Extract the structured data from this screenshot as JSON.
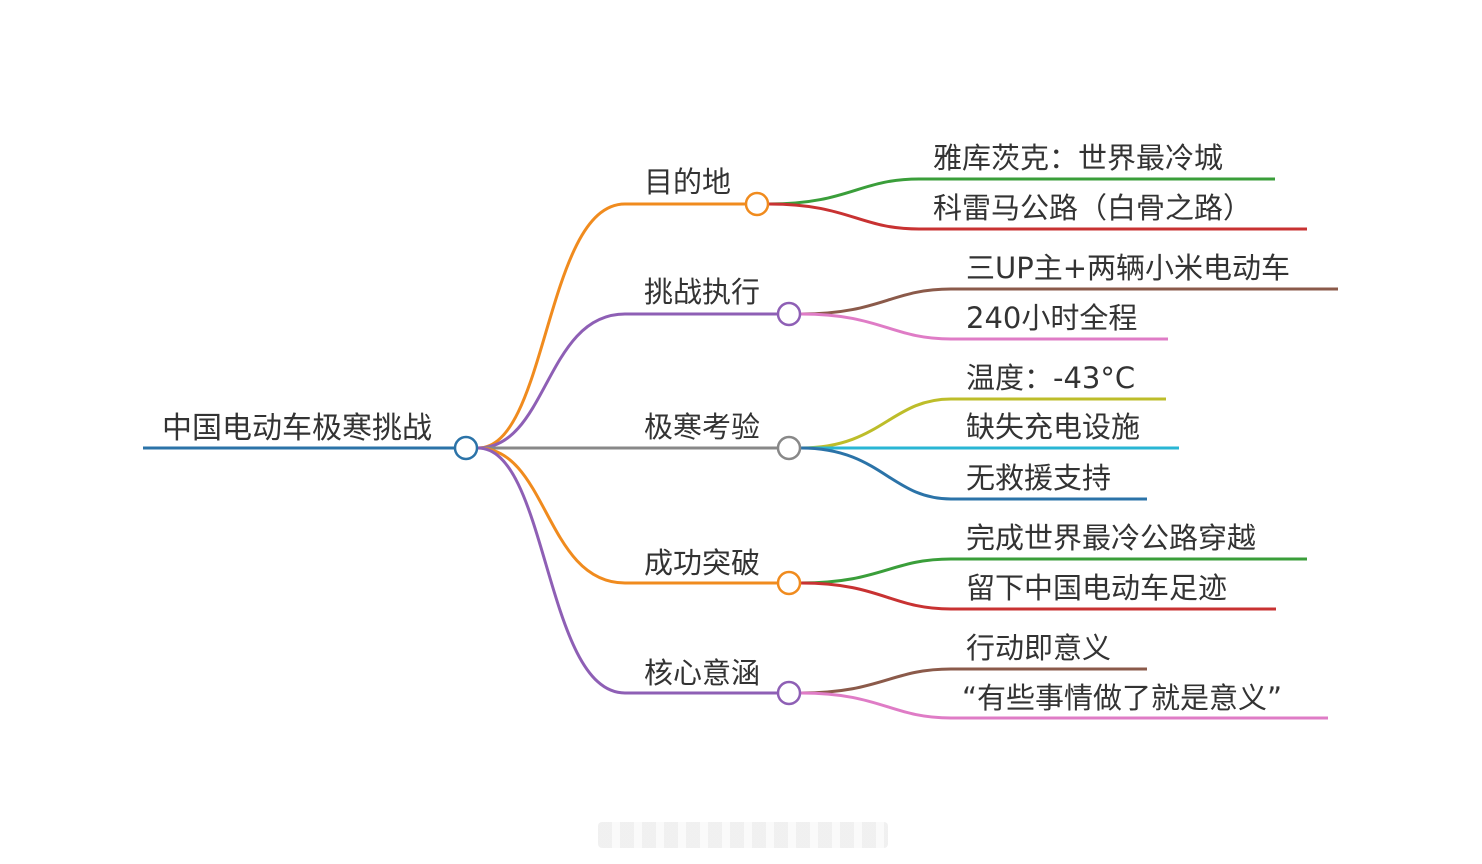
{
  "root": {
    "label": "中国电动车极寒挑战",
    "color": "#2b73a8"
  },
  "branches": [
    {
      "label": "目的地",
      "color": "#f08b1e",
      "children": [
        {
          "label": "雅库茨克：世界最冷城",
          "color": "#3a9e3a"
        },
        {
          "label": "科雷马公路（白骨之路）",
          "color": "#c83232"
        }
      ]
    },
    {
      "label": "挑战执行",
      "color": "#8e5fb5",
      "children": [
        {
          "label": "三UP主+两辆小米电动车",
          "color": "#8b5a4a"
        },
        {
          "label": "240小时全程",
          "color": "#df7cc6"
        }
      ]
    },
    {
      "label": "极寒考验",
      "color": "#888888",
      "children": [
        {
          "label": "温度：-43°C",
          "color": "#bdbd2a"
        },
        {
          "label": "缺失充电设施",
          "color": "#29b6d4"
        },
        {
          "label": "无救援支持",
          "color": "#2b73a8"
        }
      ]
    },
    {
      "label": "成功突破",
      "color": "#f08b1e",
      "children": [
        {
          "label": "完成世界最冷公路穿越",
          "color": "#3a9e3a"
        },
        {
          "label": "留下中国电动车足迹",
          "color": "#c83232"
        }
      ]
    },
    {
      "label": "核心意涵",
      "color": "#8e5fb5",
      "children": [
        {
          "label": "行动即意义",
          "color": "#8b5a4a"
        },
        {
          "label": "“有些事情做了就是意义”",
          "color": "#df7cc6"
        }
      ]
    }
  ]
}
